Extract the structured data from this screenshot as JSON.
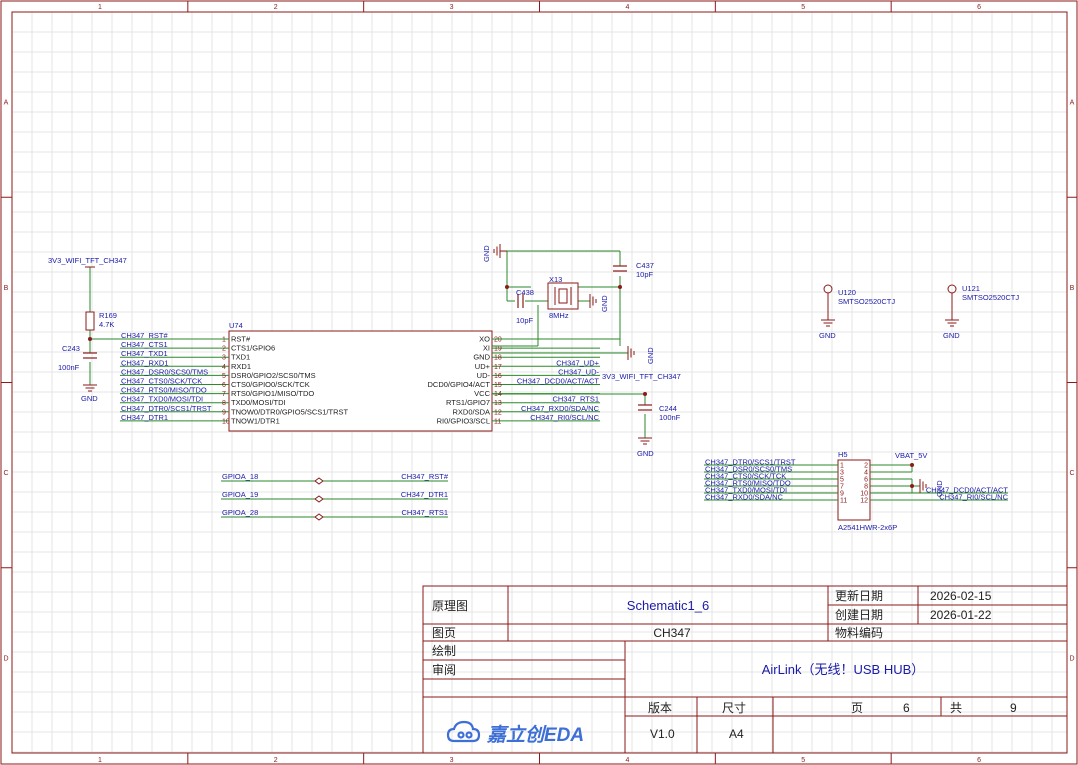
{
  "frame": {
    "columns": [
      "1",
      "2",
      "3",
      "4",
      "5",
      "6"
    ],
    "rows": [
      "A",
      "B",
      "C",
      "D"
    ]
  },
  "power_top": "3V3_WIFI_TFT_CH347",
  "power_right": "3V3_WIFI_TFT_CH347",
  "r169": {
    "ref": "R169",
    "value": "4.7K"
  },
  "c243": {
    "ref": "C243",
    "value": "100nF"
  },
  "gnd": "GND",
  "u74": {
    "ref": "U74",
    "left_pins": [
      {
        "num": "1",
        "name": "RST#",
        "net": "CH347_RST#"
      },
      {
        "num": "2",
        "name": "CTS1/GPIO6",
        "net": "CH347_CTS1"
      },
      {
        "num": "3",
        "name": "TXD1",
        "net": "CH347_TXD1"
      },
      {
        "num": "4",
        "name": "RXD1",
        "net": "CH347_RXD1"
      },
      {
        "num": "5",
        "name": "DSR0/GPIO2/SCS0/TMS",
        "net": "CH347_DSR0/SCS0/TMS"
      },
      {
        "num": "6",
        "name": "CTS0/GPIO0/SCK/TCK",
        "net": "CH347_CTS0/SCK/TCK"
      },
      {
        "num": "7",
        "name": "RTS0/GPIO1/MISO/TDO",
        "net": "CH347_RTS0/MISO/TDO"
      },
      {
        "num": "8",
        "name": "TXD0/MOSI/TDI",
        "net": "CH347_TXD0/MOSI/TDI"
      },
      {
        "num": "9",
        "name": "TNOW0/DTR0/GPIO5/SCS1/TRST",
        "net": "CH347_DTR0/SCS1/TRST"
      },
      {
        "num": "10",
        "name": "TNOW1/DTR1",
        "net": "CH347_DTR1"
      }
    ],
    "right_pins": [
      {
        "num": "20",
        "name": "XO",
        "net": ""
      },
      {
        "num": "19",
        "name": "XI",
        "net": ""
      },
      {
        "num": "18",
        "name": "GND",
        "net": ""
      },
      {
        "num": "17",
        "name": "UD+",
        "net": "CH347_UD+"
      },
      {
        "num": "16",
        "name": "UD-",
        "net": "CH347_UD-"
      },
      {
        "num": "15",
        "name": "DCD0/GPIO4/ACT",
        "net": "CH347_DCD0/ACT/ACT"
      },
      {
        "num": "14",
        "name": "VCC",
        "net": ""
      },
      {
        "num": "13",
        "name": "RTS1/GPIO7",
        "net": "CH347_RTS1"
      },
      {
        "num": "12",
        "name": "RXD0/SDA",
        "net": "CH347_RXD0/SDA/NC"
      },
      {
        "num": "11",
        "name": "RI0/GPIO3/SCL",
        "net": "CH347_RI0/SCL/NC"
      }
    ]
  },
  "crystal": {
    "ref": "X13",
    "value": "8MHz"
  },
  "c437": {
    "ref": "C437",
    "value": "10pF"
  },
  "c438": {
    "ref": "C438",
    "value": "10pF"
  },
  "c244": {
    "ref": "C244",
    "value": "100nF"
  },
  "u120": {
    "ref": "U120",
    "part": "SMTSO2520CTJ"
  },
  "u121": {
    "ref": "U121",
    "part": "SMTSO2520CTJ"
  },
  "gpio_links": [
    {
      "from": "GPIOA_18",
      "to": "CH347_RST#"
    },
    {
      "from": "GPIOA_19",
      "to": "CH347_DTR1"
    },
    {
      "from": "GPIOA_28",
      "to": "CH347_RTS1"
    }
  ],
  "h5": {
    "ref": "H5",
    "part": "A2541HWR-2x6P",
    "vbat": "VBAT_5V",
    "left": [
      {
        "num": "1",
        "net": "CH347_DTR0/SCS1/TRST"
      },
      {
        "num": "3",
        "net": "CH347_DSR0/SCS0/TMS"
      },
      {
        "num": "5",
        "net": "CH347_CTS0/SCK/TCK"
      },
      {
        "num": "7",
        "net": "CH347_RTS0/MISO/TDO"
      },
      {
        "num": "9",
        "net": "CH347_TXD0/MOSI/TDI"
      },
      {
        "num": "11",
        "net": "CH347_RXD0/SDA/NC"
      }
    ],
    "right": [
      {
        "num": "2",
        "net": ""
      },
      {
        "num": "4",
        "net": ""
      },
      {
        "num": "6",
        "net": ""
      },
      {
        "num": "8",
        "net": ""
      },
      {
        "num": "10",
        "net": "CH347_DCD0/ACT/ACT"
      },
      {
        "num": "12",
        "net": "CH347_RI0/SCL/NC"
      }
    ]
  },
  "title_block": {
    "schematic_label": "原理图",
    "schematic_name": "Schematic1_6",
    "updated_label": "更新日期",
    "updated_date": "2026-02-15",
    "created_label": "创建日期",
    "created_date": "2026-01-22",
    "page_label": "图页",
    "page_name": "CH347",
    "part_label": "物料编码",
    "draw_label": "绘制",
    "review_label": "审阅",
    "project": "AirLink（无线！USB HUB）",
    "version_label": "版本",
    "version": "V1.0",
    "size_label": "尺寸",
    "size": "A4",
    "page_word": "页",
    "page_num": "6",
    "total_word": "共",
    "total_num": "9",
    "logo": "嘉立创EDA"
  }
}
